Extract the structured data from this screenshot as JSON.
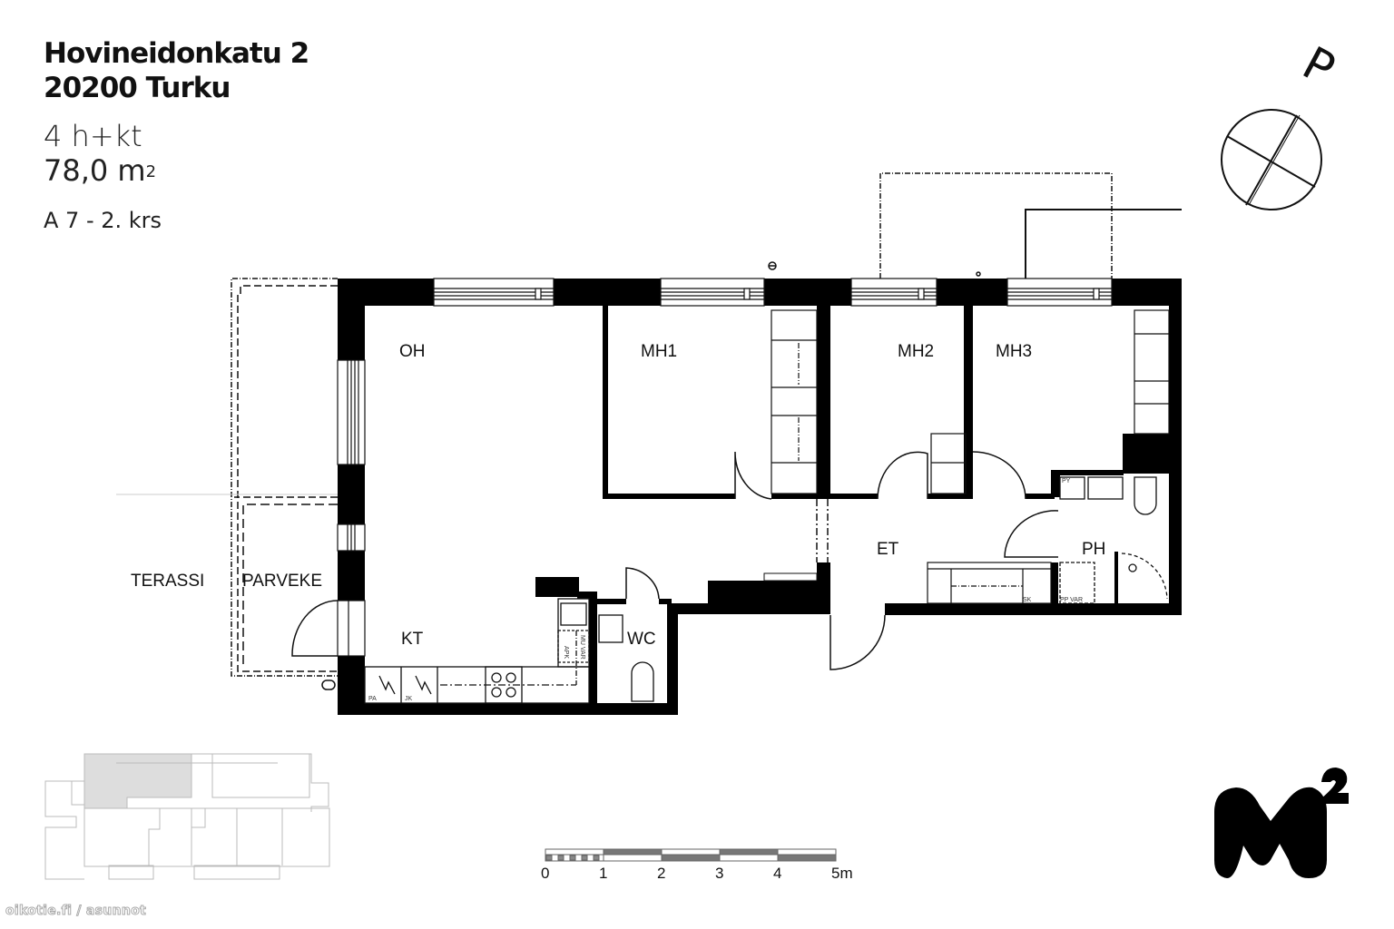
{
  "header": {
    "address_line1": "Hovineidonkatu 2",
    "address_line2": "20200 Turku",
    "apartment_type": "4 h+kt",
    "area_value": "78,0 m",
    "area_unit_sup": "2",
    "unit_floor": "A 7 - 2. krs"
  },
  "compass": {
    "north_letter": "P"
  },
  "rooms": {
    "oh": "OH",
    "mh1": "MH1",
    "mh2": "MH2",
    "mh3": "MH3",
    "et": "ET",
    "ph": "PH",
    "kt": "KT",
    "wc": "WC",
    "parveke": "PARVEKE",
    "terassi": "TERASSI"
  },
  "fixture_labels": {
    "pa": "PA",
    "jk": "JK",
    "apk": "APK",
    "mu_var": "MU VAR",
    "sk": "SK",
    "pp_var": "PP VAR",
    "py": "PY"
  },
  "scale_bar": {
    "ticks": [
      "0",
      "1",
      "2",
      "3",
      "4",
      "5m"
    ],
    "colors": {
      "dark": "#777777",
      "light": "#ffffff"
    }
  },
  "logo": {
    "letter": "M",
    "sup": "2"
  },
  "watermark": "oikotie.fi / asunnot",
  "colors": {
    "wall": "#000000",
    "line": "#111111",
    "keyplan_line": "#bbbbbb",
    "keyplan_highlight": "#dddddd"
  }
}
